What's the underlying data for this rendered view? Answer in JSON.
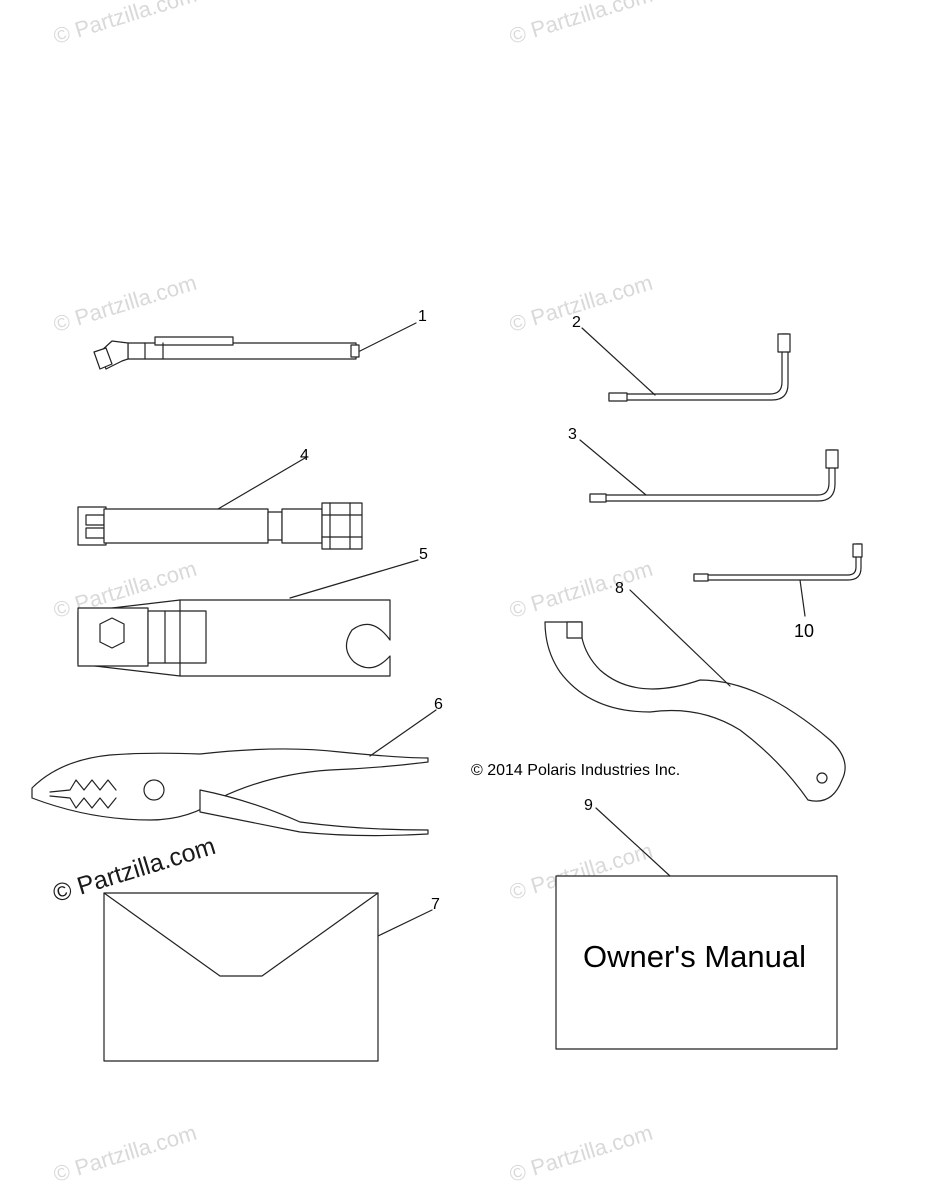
{
  "watermark": {
    "text": "© Partzilla.com"
  },
  "callouts": [
    "1",
    "2",
    "3",
    "4",
    "5",
    "6",
    "7",
    "8",
    "9",
    "10"
  ],
  "copyright": "© 2014 Polaris Industries Inc.",
  "manual": {
    "title": "Owner's Manual"
  }
}
